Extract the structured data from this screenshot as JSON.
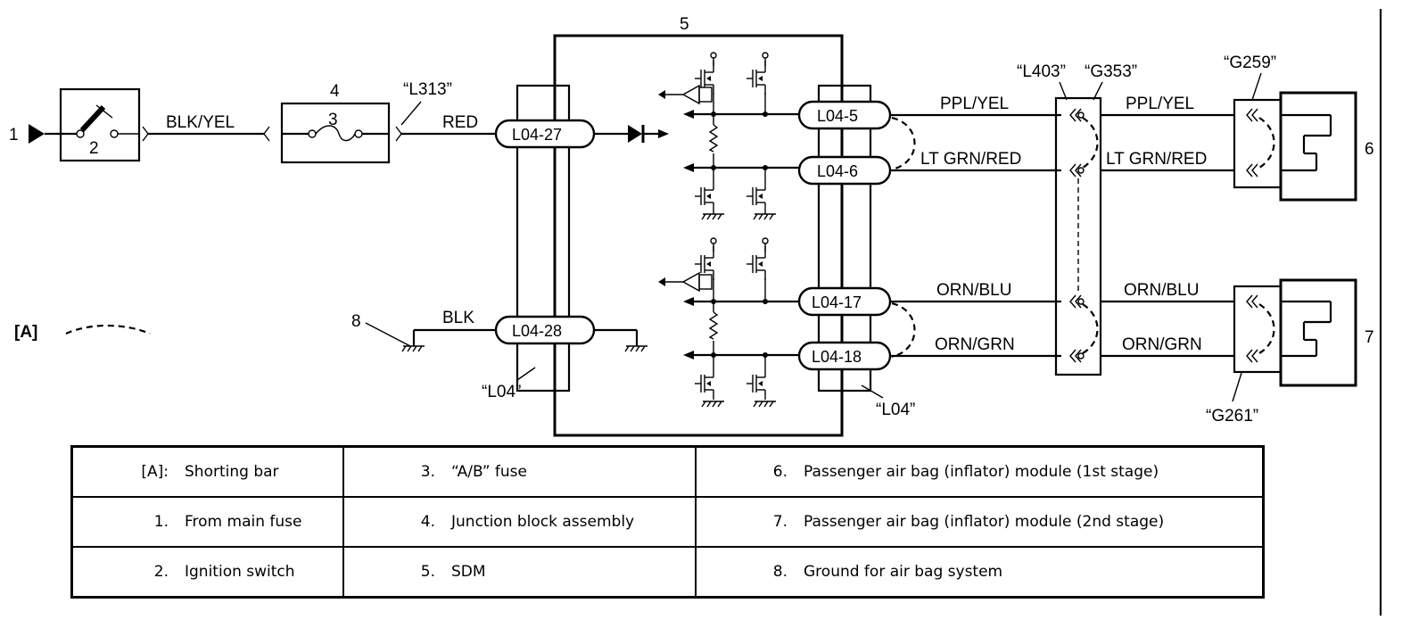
{
  "diagram": {
    "callouts": {
      "n1": "1",
      "n2": "2",
      "n3": "3",
      "n4": "4",
      "n5": "5",
      "n6": "6",
      "n7": "7",
      "n8": "8",
      "shorting_bar": "[A]"
    },
    "wire_colors": {
      "blk_yel": "BLK/YEL",
      "red": "RED",
      "blk": "BLK",
      "ppl_yel_1": "PPL/YEL",
      "ppl_yel_2": "PPL/YEL",
      "lt_grn_red_1": "LT GRN/RED",
      "lt_grn_red_2": "LT GRN/RED",
      "orn_blu_1": "ORN/BLU",
      "orn_blu_2": "ORN/BLU",
      "orn_grn_1": "ORN/GRN",
      "orn_grn_2": "ORN/GRN"
    },
    "pins": {
      "l04_27": "L04-27",
      "l04_28": "L04-28",
      "l04_5": "L04-5",
      "l04_6": "L04-6",
      "l04_17": "L04-17",
      "l04_18": "L04-18"
    },
    "connectors": {
      "l313": "“L313”",
      "l04_left": "“L04”",
      "l04_right": "“L04”",
      "l403": "“L403”",
      "g353": "“G353”",
      "g259": "“G259”",
      "g261": "“G261”"
    }
  },
  "legend": {
    "rows": [
      [
        {
          "key": "[A]:",
          "label": "Shorting bar"
        },
        {
          "key": "3.",
          "label": "“A/B” fuse"
        },
        {
          "key": "6.",
          "label": "Passenger air bag (inflator) module (1st stage)"
        }
      ],
      [
        {
          "key": "1.",
          "label": "From main fuse"
        },
        {
          "key": "4.",
          "label": "Junction block assembly"
        },
        {
          "key": "7.",
          "label": "Passenger air bag (inflator) module (2nd stage)"
        }
      ],
      [
        {
          "key": "2.",
          "label": "Ignition switch"
        },
        {
          "key": "5.",
          "label": "SDM"
        },
        {
          "key": "8.",
          "label": "Ground for air bag system"
        }
      ]
    ]
  }
}
